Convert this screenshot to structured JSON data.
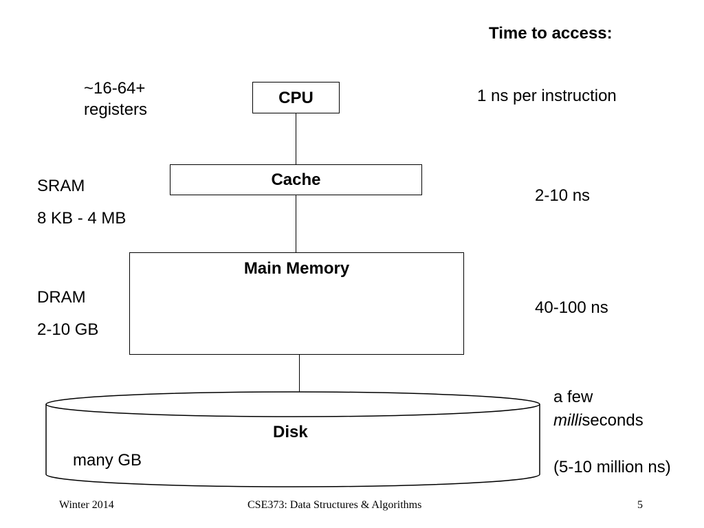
{
  "header": {
    "time_heading": "Time to access:"
  },
  "cpu": {
    "label": "CPU",
    "note_line1": "~16-64+",
    "note_line2": "registers",
    "time": "1 ns per instruction"
  },
  "cache": {
    "label": "Cache",
    "type": "SRAM",
    "size": "8 KB - 4 MB",
    "time": "2-10 ns"
  },
  "main_memory": {
    "label": "Main Memory",
    "type": "DRAM",
    "size": "2-10 GB",
    "time": "40-100 ns"
  },
  "disk": {
    "label": "Disk",
    "size": "many GB",
    "time_line1": "a few",
    "time_line2_italic": "milli",
    "time_line2_rest": "seconds",
    "time_line3": "(5-10 million ns)"
  },
  "footer": {
    "left": "Winter 2014",
    "center": "CSE373: Data Structures & Algorithms",
    "page": "5"
  }
}
